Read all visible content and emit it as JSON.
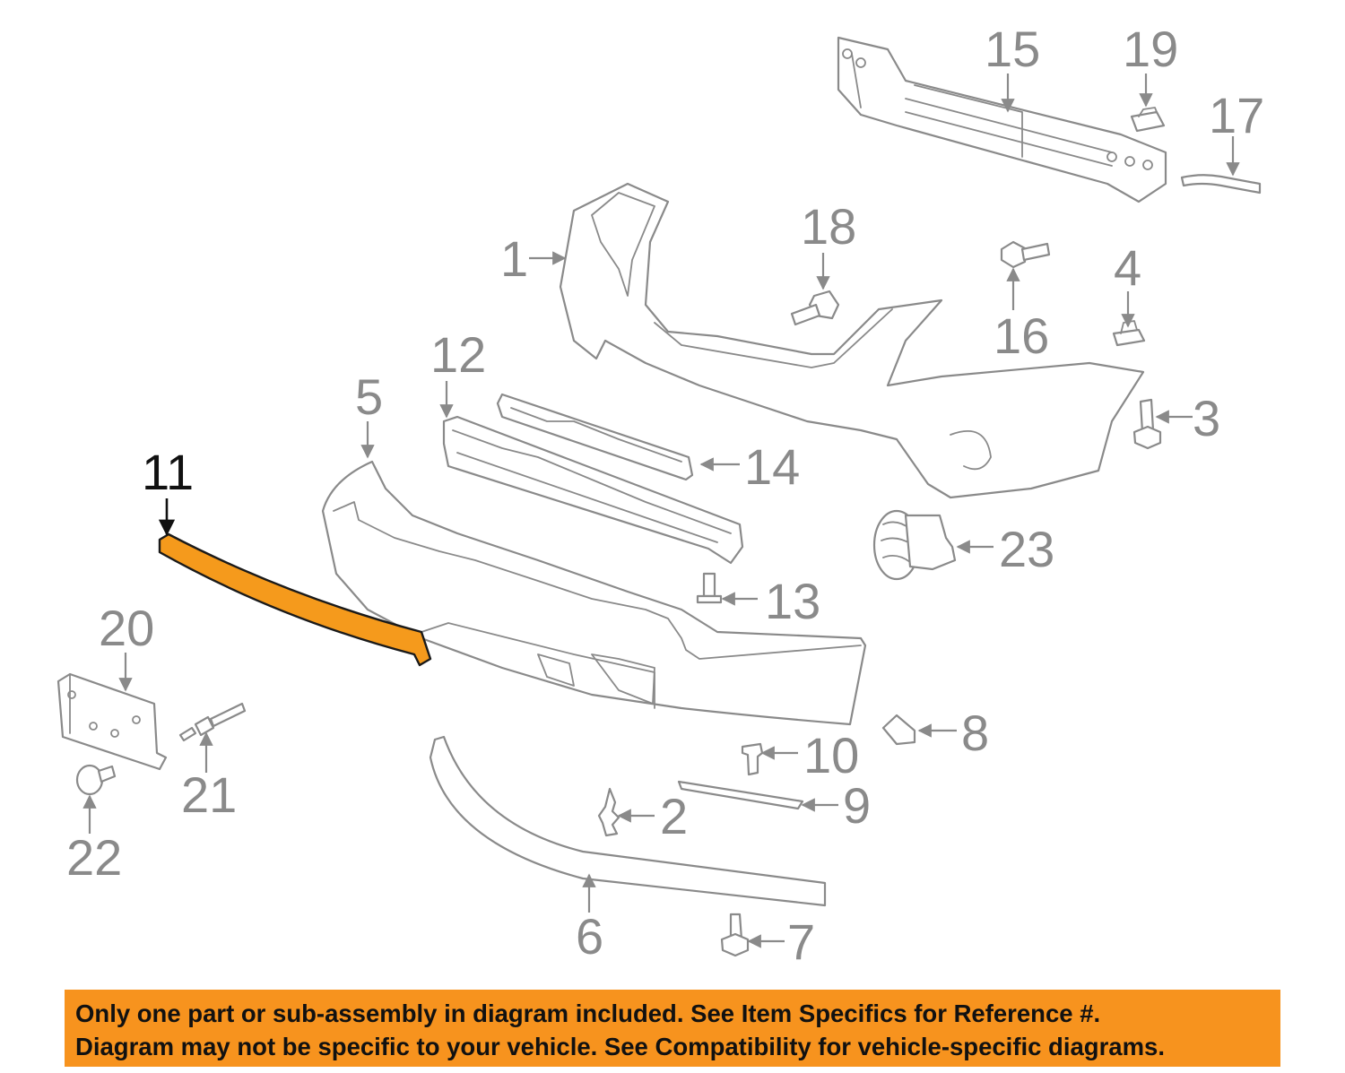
{
  "diagram": {
    "highlighted_part": "11",
    "highlight_color": "#f59a1c",
    "callouts": {
      "c1": "1",
      "c2": "2",
      "c3": "3",
      "c4": "4",
      "c5": "5",
      "c6": "6",
      "c7": "7",
      "c8": "8",
      "c9": "9",
      "c10": "10",
      "c11": "11",
      "c12": "12",
      "c13": "13",
      "c14": "14",
      "c15": "15",
      "c16": "16",
      "c17": "17",
      "c18": "18",
      "c19": "19",
      "c20": "20",
      "c21": "21",
      "c22": "22",
      "c23": "23"
    }
  },
  "disclaimer": {
    "line1": "Only one part or sub-assembly in diagram included. See Item Specifics for Reference #.",
    "line2": "Diagram may not be specific to your vehicle. See Compatibility for vehicle-specific diagrams.",
    "background": "#f7931e"
  }
}
